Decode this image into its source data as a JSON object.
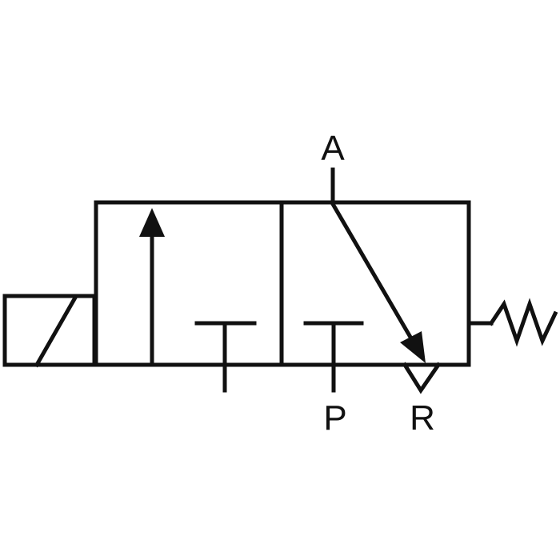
{
  "diagram": {
    "ports": {
      "a_label": "A",
      "p_label": "P",
      "r_label": "R"
    },
    "colors": {
      "stroke": "#111111",
      "background": "#ffffff"
    },
    "symbols": {
      "actuator": "solenoid-icon",
      "return": "spring-icon"
    }
  }
}
